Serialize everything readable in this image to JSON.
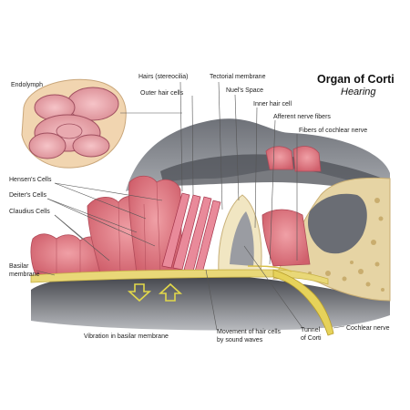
{
  "title": "Organ of Corti",
  "subtitle": "Hearing",
  "labels": {
    "endolymph": "Endolymph",
    "hairs": "Hairs (stereocilia)",
    "tectorial": "Tectorial membrane",
    "outer_hair_cells": "Outer hair cells",
    "nuels_space": "Nuel's Space",
    "inner_hair_cell": "Inner hair cell",
    "afferent": "Afferent nerve fibers",
    "fibers_cochlear": "Fibers of cochlear nerve",
    "hensens": "Hensen's Cells",
    "deiters": "Deiter's Cells",
    "claudius": "Claudius Cells",
    "basilar_1": "Basilar",
    "basilar_2": "membrane",
    "vibration": "Vibration in basilar membrane",
    "movement_1": "Movement of hair cells",
    "movement_2": "by sound waves",
    "tunnel_1": "Tunnel",
    "tunnel_2": "of Corti",
    "cochlear_nerve": "Cochlear nerve"
  },
  "colors": {
    "tissue_pink": "#e07a80",
    "tissue_dark": "#b84858",
    "membrane_gray": "#8a8d94",
    "bone": "#e8d6a8",
    "nerve_yellow": "#e8d45a",
    "arrow_yellow": "#e8e460"
  }
}
